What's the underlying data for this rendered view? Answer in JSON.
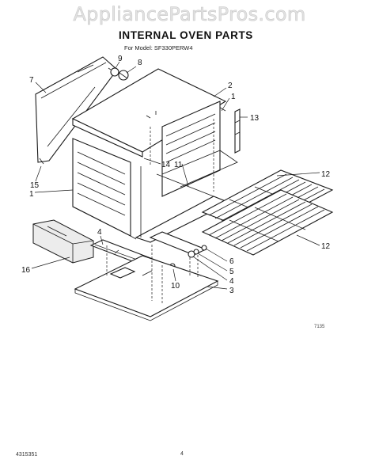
{
  "header": {
    "watermark": "AppliancePartsPros.com",
    "title": "INTERNAL OVEN PARTS",
    "model": "For Model: SF330PERW4"
  },
  "footer": {
    "doc_number": "4315351",
    "page_number": "4",
    "figure_code": "7135"
  },
  "callouts": [
    {
      "id": "c9",
      "label": "9"
    },
    {
      "id": "c8",
      "label": "8"
    },
    {
      "id": "c7",
      "label": "7"
    },
    {
      "id": "c2",
      "label": "2"
    },
    {
      "id": "c1a",
      "label": "1"
    },
    {
      "id": "c13",
      "label": "13"
    },
    {
      "id": "c14",
      "label": "14"
    },
    {
      "id": "c11",
      "label": "11"
    },
    {
      "id": "c15",
      "label": "15"
    },
    {
      "id": "c1b",
      "label": "1"
    },
    {
      "id": "c12a",
      "label": "12"
    },
    {
      "id": "c12b",
      "label": "12"
    },
    {
      "id": "c4a",
      "label": "4"
    },
    {
      "id": "c16",
      "label": "16"
    },
    {
      "id": "c6",
      "label": "6"
    },
    {
      "id": "c5",
      "label": "5"
    },
    {
      "id": "c4b",
      "label": "4"
    },
    {
      "id": "c10",
      "label": "10"
    },
    {
      "id": "c3",
      "label": "3"
    }
  ]
}
